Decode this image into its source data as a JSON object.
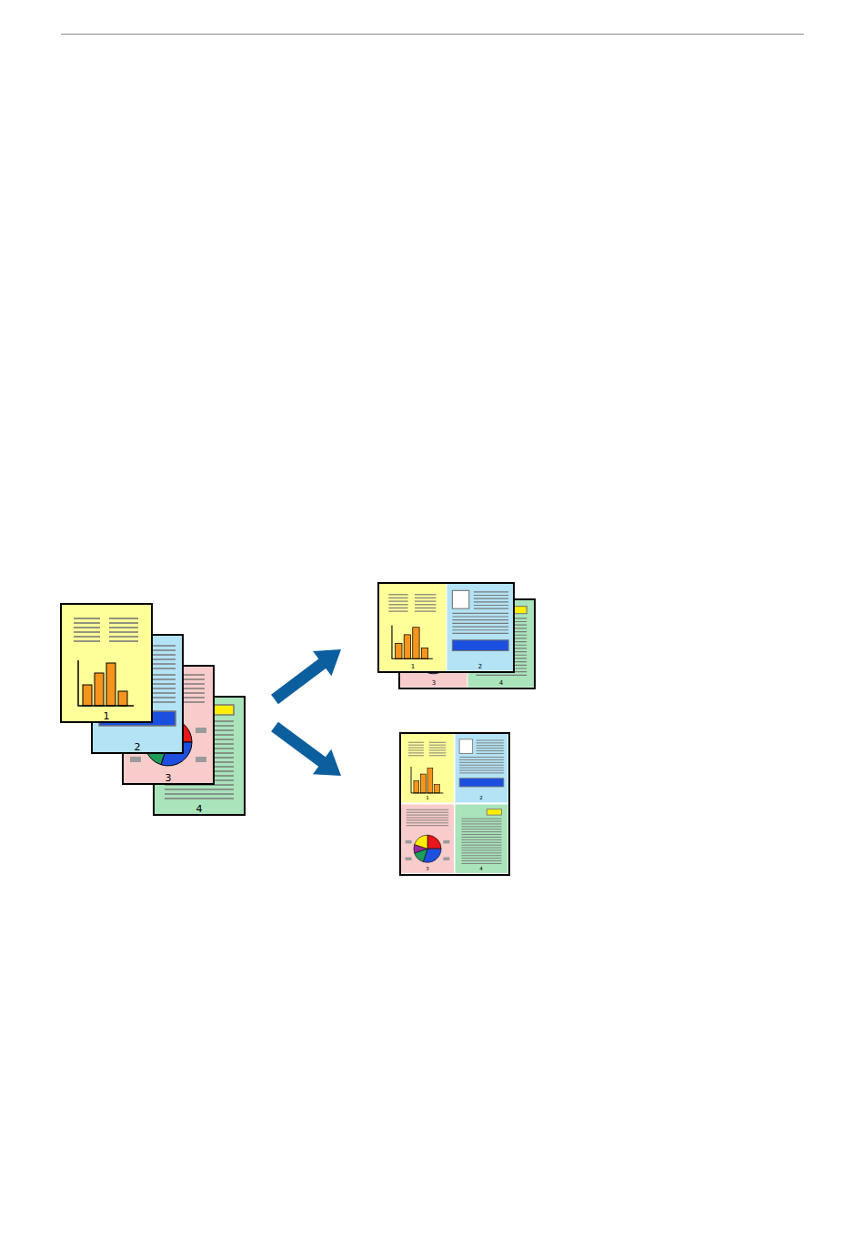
{
  "diagram": {
    "labels": [
      "1",
      "2",
      "3",
      "4",
      "1",
      "2",
      "3",
      "4",
      "1",
      "2",
      "3",
      "4"
    ]
  }
}
